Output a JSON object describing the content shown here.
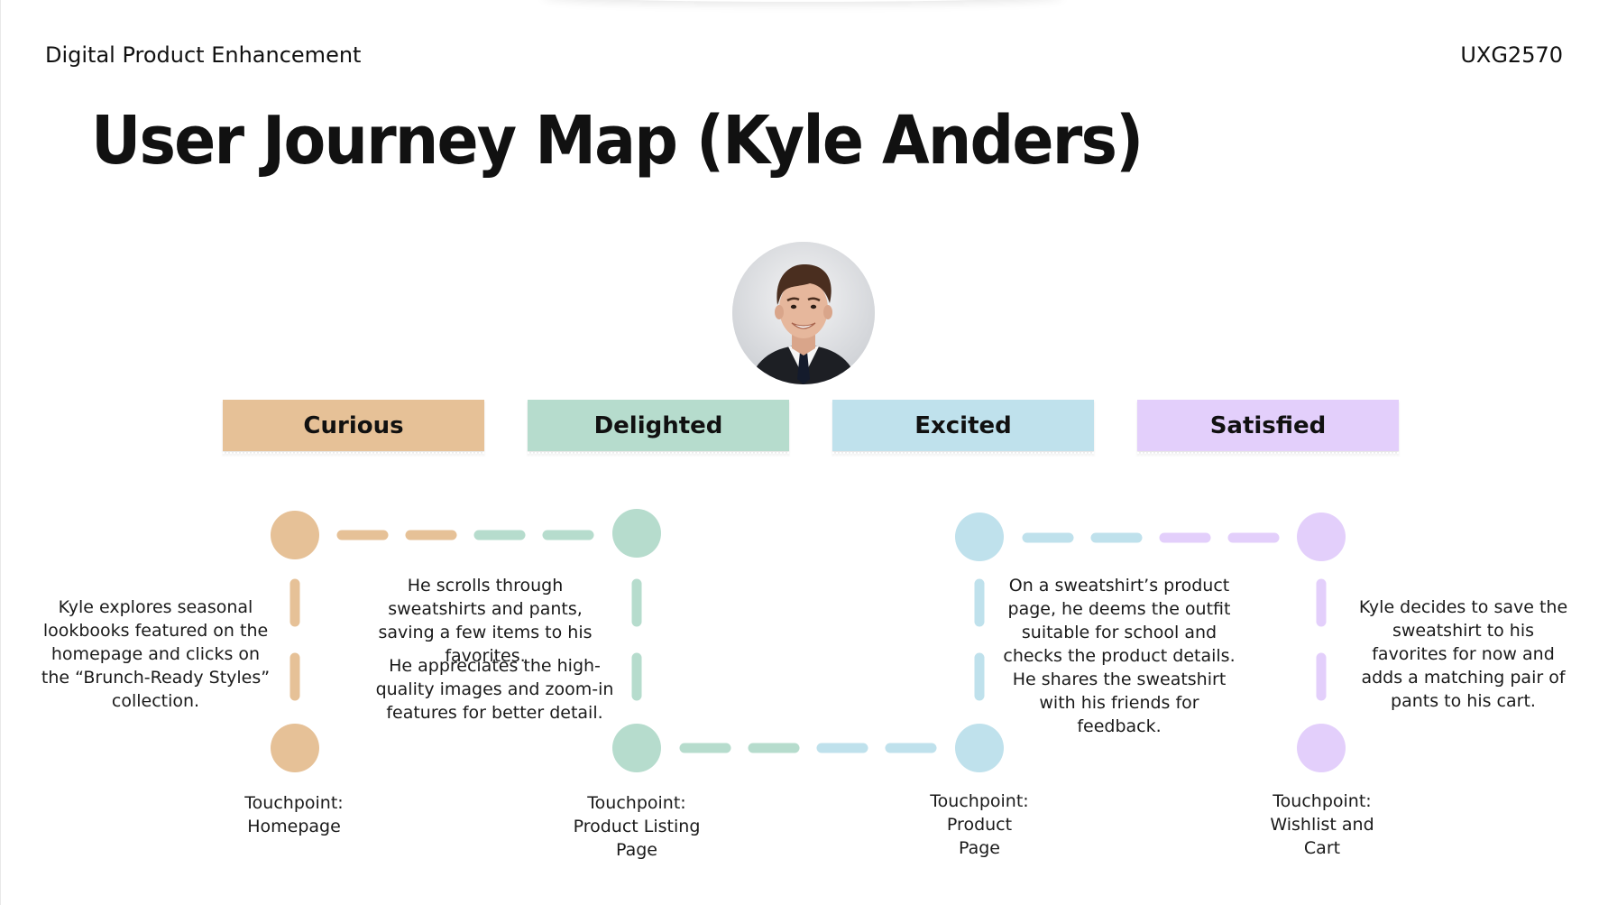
{
  "header": {
    "course_name": "Digital Product Enhancement",
    "course_code": "UXG2570"
  },
  "title": "User Journey Map (Kyle Anders)",
  "avatar": {
    "alt": "Kyle Anders portrait"
  },
  "emotions": [
    {
      "label": "Curious",
      "color": "#e6c197"
    },
    {
      "label": "Delighted",
      "color": "#b6dccd"
    },
    {
      "label": "Excited",
      "color": "#bfe1ec"
    },
    {
      "label": "Satisfied",
      "color": "#e3cffb"
    }
  ],
  "notes": {
    "curious": "Kyle explores seasonal lookbooks featured on the homepage and clicks on the “Brunch-Ready Styles” collection.",
    "delighted_1": "He scrolls through sweatshirts and pants, saving a few items to his favorites.",
    "delighted_2": "He appreciates the high-quality images and zoom-in features for better detail.",
    "excited": "On a sweatshirt’s product page, he deems the outfit suitable for school and checks the product details. He shares the sweatshirt with his friends for feedback.",
    "satisfied": "Kyle decides to save the sweatshirt to his favorites for now and adds a matching pair of pants to his cart."
  },
  "touchpoints": [
    {
      "line1": "Touchpoint:",
      "line2": "Homepage",
      "line3": ""
    },
    {
      "line1": "Touchpoint:",
      "line2": "Product Listing",
      "line3": "Page"
    },
    {
      "line1": "Touchpoint:",
      "line2": "Product",
      "line3": "Page"
    },
    {
      "line1": "Touchpoint:",
      "line2": "Wishlist and",
      "line3": "Cart"
    }
  ]
}
